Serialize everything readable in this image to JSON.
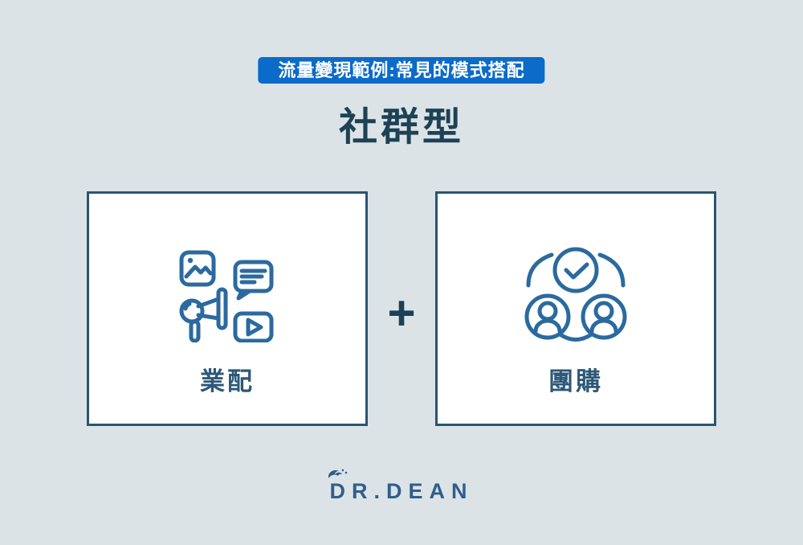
{
  "banner": {
    "label": "流量變現範例:常見的模式搭配",
    "background": "#0b6bc9",
    "text_color": "#ffffff"
  },
  "title": {
    "text": "社群型",
    "color": "#1d4254"
  },
  "plus": {
    "symbol": "+"
  },
  "cards": [
    {
      "label": "業配",
      "icons": [
        "photo-icon",
        "chat-bubble-icon",
        "megaphone-icon",
        "video-play-icon"
      ]
    },
    {
      "label": "團購",
      "icons": [
        "checkmark-circle-icon",
        "person-circle-icon",
        "person-circle-icon"
      ]
    }
  ],
  "footer": {
    "logo_text": "DR.DEAN"
  },
  "colors": {
    "page_background": "#dce3e7",
    "card_border": "#2b5571",
    "icon_stroke": "#2b6a9f",
    "label_text": "#2e5878",
    "plus_sign": "#1e4057",
    "logo_text": "#305e8b"
  }
}
